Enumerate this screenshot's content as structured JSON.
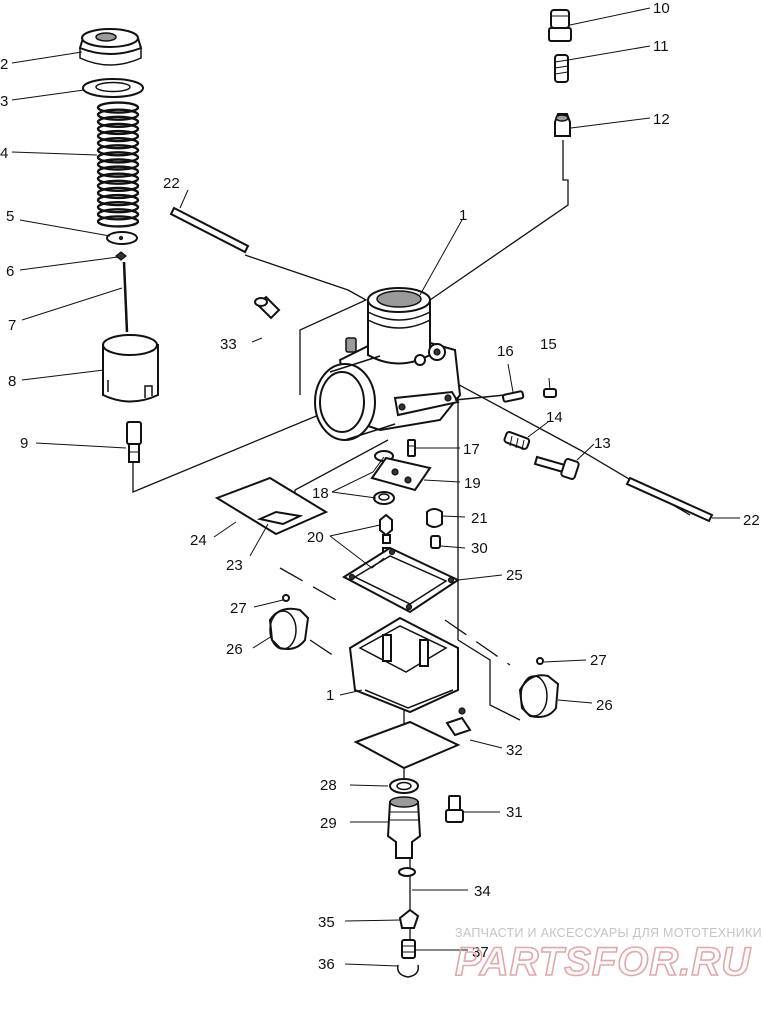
{
  "callouts": [
    {
      "id": "c-1a",
      "label": "1"
    },
    {
      "id": "c-1b",
      "label": "1"
    },
    {
      "id": "c-2",
      "label": "2"
    },
    {
      "id": "c-3",
      "label": "3"
    },
    {
      "id": "c-4",
      "label": "4"
    },
    {
      "id": "c-5",
      "label": "5"
    },
    {
      "id": "c-6",
      "label": "6"
    },
    {
      "id": "c-7",
      "label": "7"
    },
    {
      "id": "c-8",
      "label": "8"
    },
    {
      "id": "c-9",
      "label": "9"
    },
    {
      "id": "c-10",
      "label": "10"
    },
    {
      "id": "c-11",
      "label": "11"
    },
    {
      "id": "c-12",
      "label": "12"
    },
    {
      "id": "c-13",
      "label": "13"
    },
    {
      "id": "c-14",
      "label": "14"
    },
    {
      "id": "c-15",
      "label": "15"
    },
    {
      "id": "c-16",
      "label": "16"
    },
    {
      "id": "c-17",
      "label": "17"
    },
    {
      "id": "c-18",
      "label": "18"
    },
    {
      "id": "c-19",
      "label": "19"
    },
    {
      "id": "c-20",
      "label": "20"
    },
    {
      "id": "c-21",
      "label": "21"
    },
    {
      "id": "c-22a",
      "label": "22"
    },
    {
      "id": "c-22b",
      "label": "22"
    },
    {
      "id": "c-23",
      "label": "23"
    },
    {
      "id": "c-24",
      "label": "24"
    },
    {
      "id": "c-25",
      "label": "25"
    },
    {
      "id": "c-26a",
      "label": "26"
    },
    {
      "id": "c-26b",
      "label": "26"
    },
    {
      "id": "c-27a",
      "label": "27"
    },
    {
      "id": "c-27b",
      "label": "27"
    },
    {
      "id": "c-28",
      "label": "28"
    },
    {
      "id": "c-29",
      "label": "29"
    },
    {
      "id": "c-30",
      "label": "30"
    },
    {
      "id": "c-31",
      "label": "31"
    },
    {
      "id": "c-32",
      "label": "32"
    },
    {
      "id": "c-33",
      "label": "33"
    },
    {
      "id": "c-34",
      "label": "34"
    },
    {
      "id": "c-35",
      "label": "35"
    },
    {
      "id": "c-36",
      "label": "36"
    },
    {
      "id": "c-37",
      "label": "37"
    }
  ],
  "watermark": {
    "tagline": "ЗАПЧАСТИ И АКСЕССУАРЫ ДЛЯ МОТОТЕХНИКИ",
    "logo_text": "PARTSFOR.RU",
    "color": "#e4a7a7"
  }
}
